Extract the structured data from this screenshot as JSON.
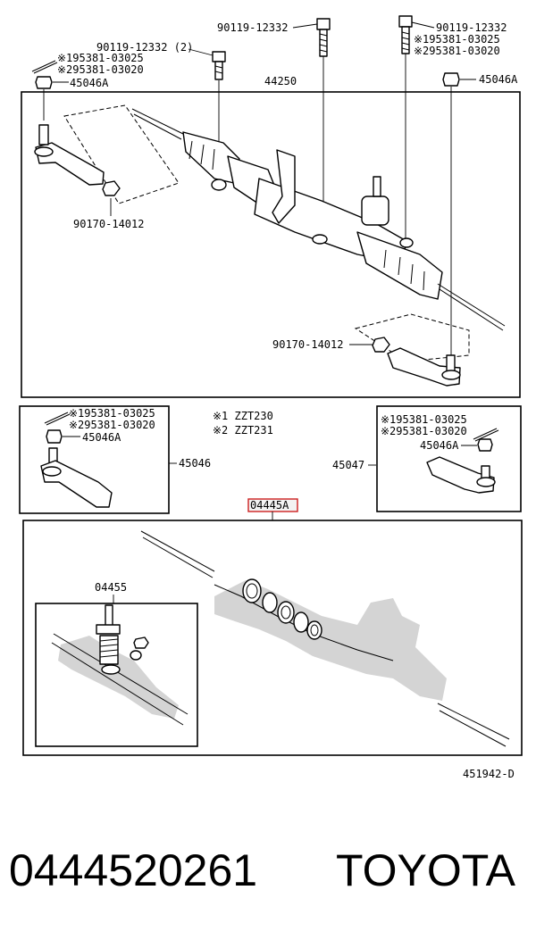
{
  "diagram": {
    "part_no_tag": "04445A",
    "drawing_id": "451942-D",
    "top": {
      "bolt_top": "90119-12332",
      "bolt_left": "90119-12332 (2)",
      "bolt_right": "90119-12332",
      "pin_left_1": "※195381-03025",
      "pin_left_2": "※295381-03020",
      "pin_right_1": "※195381-03025",
      "pin_right_2": "※295381-03020",
      "nut_left": "45046A",
      "nut_right": "45046A",
      "rack_assembly": "44250",
      "nut_left_lower": "90170-14012",
      "nut_right_lower": "90170-14012"
    },
    "left_end": {
      "pin_1": "※195381-03025",
      "pin_2": "※295381-03020",
      "nut": "45046A",
      "part": "45046"
    },
    "right_end": {
      "pin_1": "※195381-03025",
      "pin_2": "※295381-03020",
      "nut": "45046A",
      "part": "45047"
    },
    "models": {
      "m1": "※1 ZZT230",
      "m2": "※2 ZZT231"
    },
    "kit": {
      "inner_label": "04455"
    }
  },
  "footer": {
    "part_number": "0444520261",
    "brand": "TOYOTA"
  }
}
